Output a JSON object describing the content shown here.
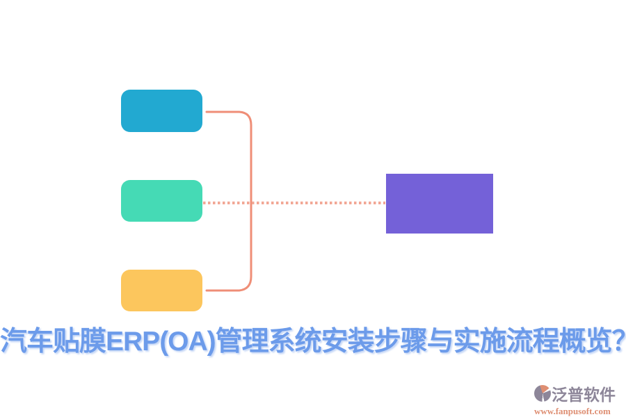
{
  "canvas": {
    "background": "#ffffff"
  },
  "diagram": {
    "nodes": [
      {
        "name": "step-node-1",
        "shape": "rounded-rect",
        "color": "#22A9D1"
      },
      {
        "name": "step-node-2",
        "shape": "rounded-rect",
        "color": "#45DAB5"
      },
      {
        "name": "step-node-3",
        "shape": "rounded-rect",
        "color": "#FCC65D"
      },
      {
        "name": "summary-node",
        "shape": "rect",
        "color": "#7461D8"
      }
    ],
    "connectors": {
      "bracket_color": "#EF8E77",
      "dotted_color": "#F2A795"
    }
  },
  "title": {
    "text": "汽车贴膜ERP(OA)管理系统安装步骤与实施流程概览？",
    "color": "#6C9BEA"
  },
  "footer_logo": {
    "brand": "泛普软件",
    "url": "www.fanpusoft.com",
    "brand_color": "#8D8699",
    "url_color": "#DE8E72"
  }
}
